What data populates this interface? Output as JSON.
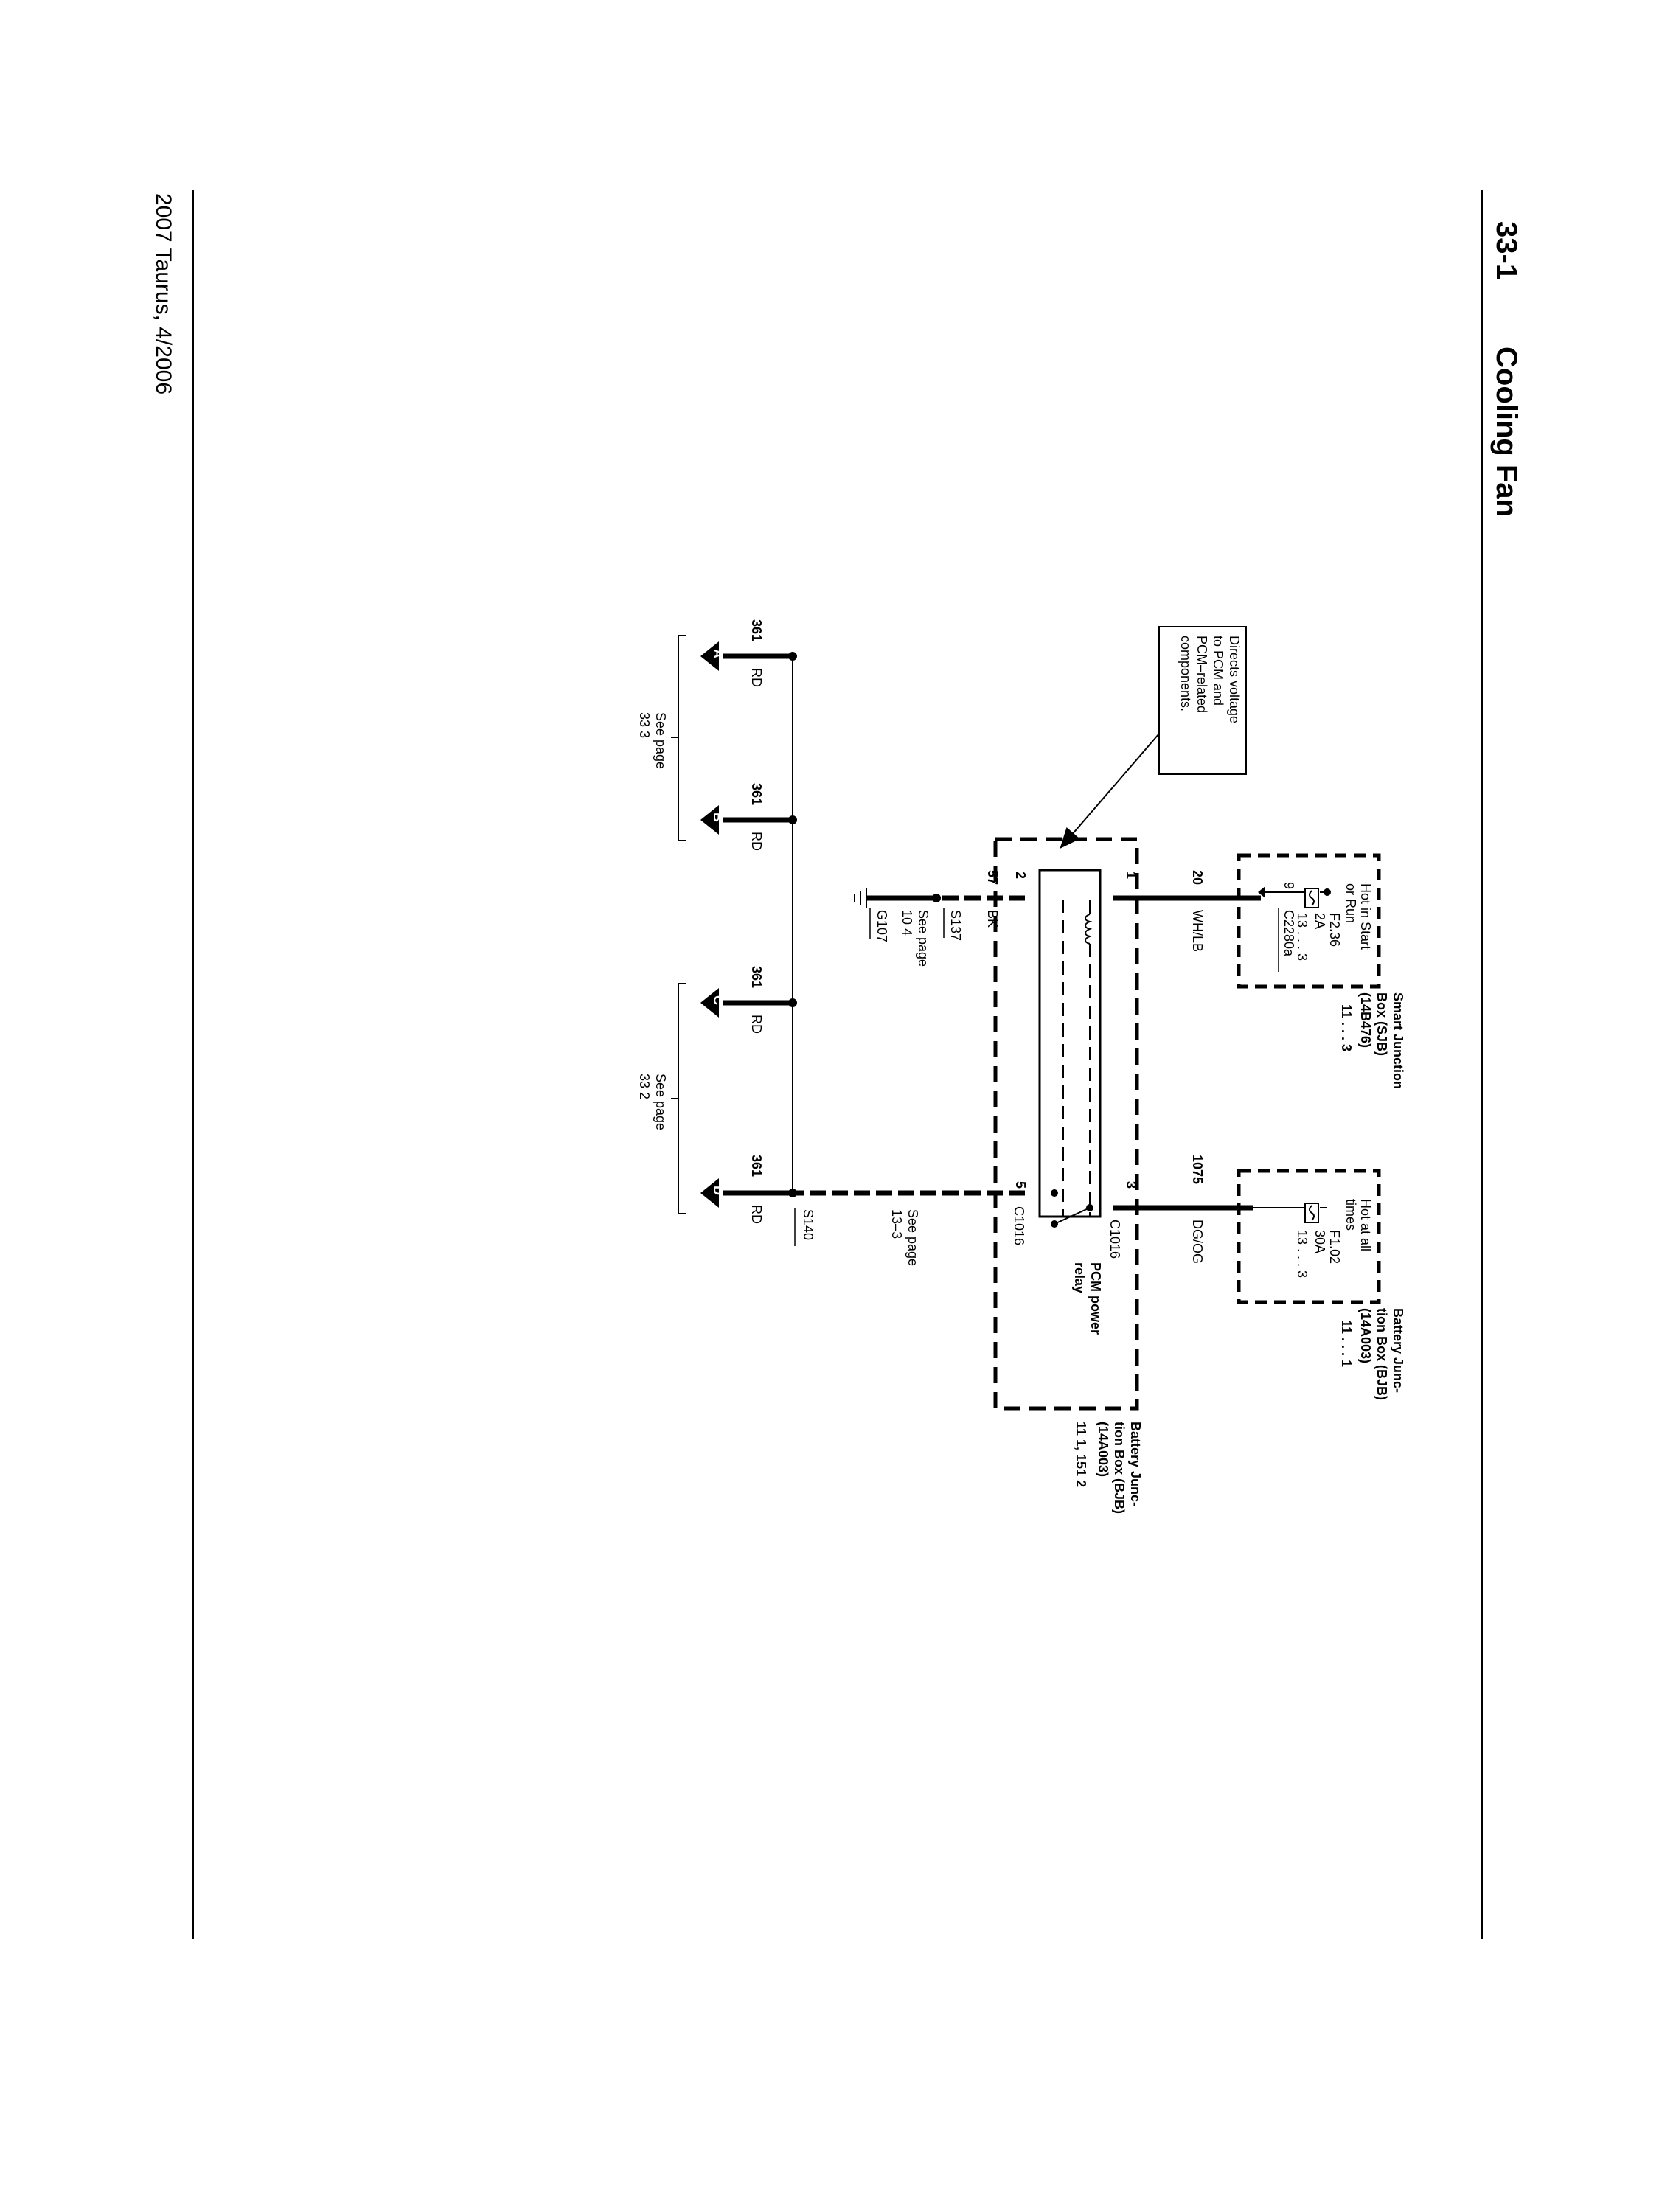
{
  "header": {
    "page": "33-1",
    "title": "Cooling Fan"
  },
  "footer": {
    "text": "2007 Taurus, 4/2006"
  },
  "diagram": {
    "callout": {
      "lines": [
        "Directs voltage",
        "to PCM and",
        "PCM–related",
        "components."
      ]
    },
    "sjb": {
      "hot_lines": [
        "Hot in Start",
        "or Run"
      ],
      "name_lines": [
        "Smart Junction",
        "Box (SJB)",
        "(14B476)"
      ],
      "ref": "11 . . . 3",
      "fuse": "F2.36",
      "fuse_rating": "2A",
      "fuse_ref": "13 . . . 3",
      "pin": "9",
      "connector": "C2280a"
    },
    "bjb_fuse": {
      "hot_lines": [
        "Hot at all",
        "times"
      ],
      "name_lines": [
        "Battery Junc-",
        "tion Box (BJB)",
        "(14A003)"
      ],
      "ref": "11 . . . 1",
      "fuse": "F1.02",
      "fuse_rating": "30A",
      "fuse_ref": "13 . . . 3"
    },
    "wires": {
      "w20": {
        "circuit": "20",
        "color": "WH/LB"
      },
      "w1075": {
        "circuit": "1075",
        "color": "DG/OG"
      },
      "w57": {
        "circuit": "57",
        "color": "BK"
      },
      "w361": {
        "circuit": "361",
        "color": "RD"
      }
    },
    "relay": {
      "name_lines": [
        "PCM power",
        "relay"
      ],
      "pin1": "1",
      "pin2": "2",
      "pin3": "3",
      "pin5": "5",
      "connector_top": "C1016",
      "connector_bottom": "C1016"
    },
    "bjb_relay": {
      "name_lines": [
        "Battery Junc-",
        "tion Box (BJB)",
        "(14A003)"
      ],
      "ref_lines": [
        "11 1, 151 2"
      ]
    },
    "splices": {
      "s137": {
        "name": "S137",
        "see_lines": [
          "See page",
          "10 4"
        ]
      },
      "g107": {
        "name": "G107"
      },
      "s140": {
        "name": "S140",
        "see_lines": [
          "See page",
          "13–3"
        ]
      }
    },
    "connectors": {
      "a": {
        "letter": "A"
      },
      "b": {
        "letter": "B"
      },
      "c": {
        "letter": "C"
      },
      "d": {
        "letter": "D"
      }
    },
    "see_ab": {
      "lines": [
        "See page",
        "33 3"
      ]
    },
    "see_cd": {
      "lines": [
        "See page",
        "33 2"
      ]
    }
  }
}
